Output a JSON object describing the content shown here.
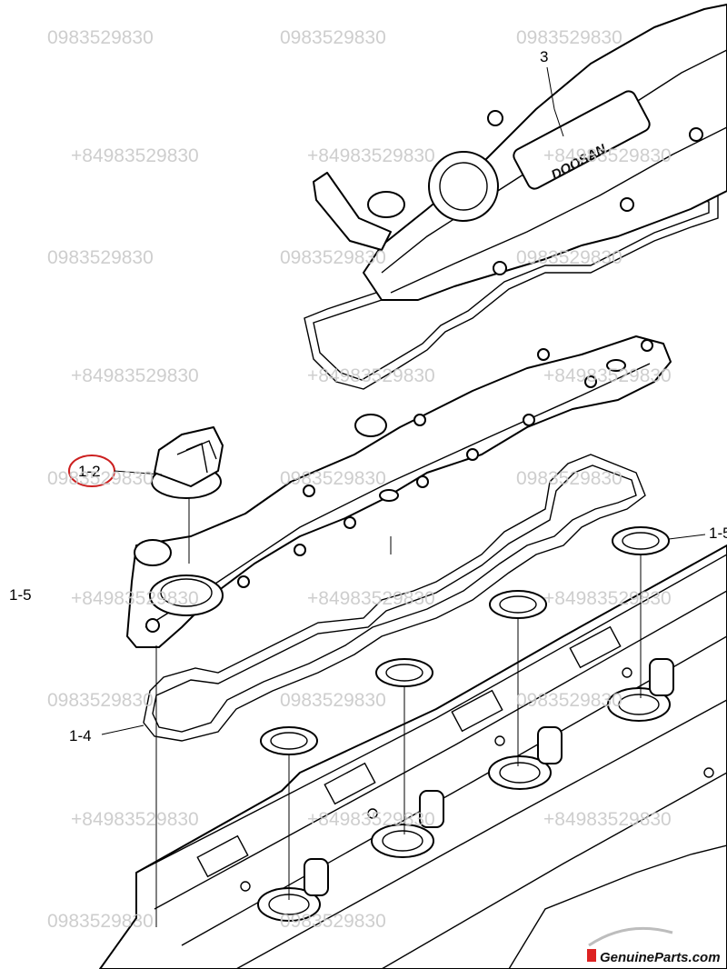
{
  "callouts": {
    "c3": "3",
    "c1_2": "1-2",
    "c1_5": "1-5",
    "c1_4": "1-4",
    "c1_edge": "1-5"
  },
  "cover_text": "DOOSAN",
  "watermarks": {
    "phone": "0983529830",
    "intl": "+84983529830"
  },
  "brand": "GenuineParts.com",
  "colors": {
    "highlight_circle": "#cc1f1f",
    "watermark": "#c9c9c9"
  }
}
